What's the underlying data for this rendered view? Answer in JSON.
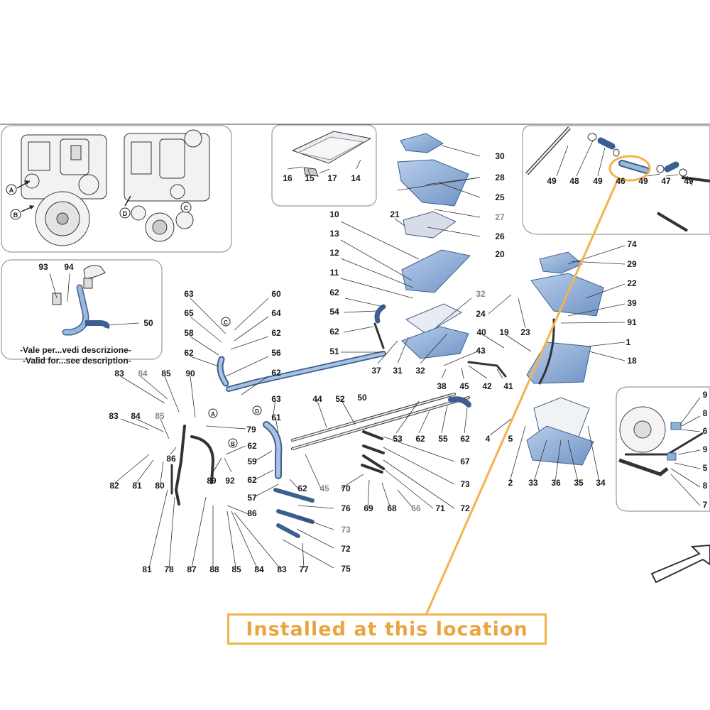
{
  "callout": {
    "text": "Installed at this location",
    "color": "#f2b34c"
  },
  "notes": {
    "line1": "-Vale per...vedi descrizione-",
    "line2": "-Valid for...see description-"
  },
  "arrow_markers": [
    "A",
    "B",
    "C",
    "D"
  ],
  "colors": {
    "part_fill": "#8fb0d9",
    "part_edge": "#3d5f8f",
    "line": "#222222",
    "panel_border": "#9a9a9a",
    "highlight": "#f2b34c"
  },
  "part_numbers": {
    "n1": "16",
    "n2": "15",
    "n3": "17",
    "n4": "14",
    "n5": "30",
    "n6": "28",
    "n7": "25",
    "n8": "27",
    "n9": "26",
    "n10": "20",
    "n11": "21",
    "n12": "10",
    "n13": "13",
    "n14": "12",
    "n15": "11",
    "n16": "62",
    "n17": "54",
    "n18": "62",
    "n19": "51",
    "n20": "37",
    "n21": "31",
    "n22": "32",
    "n23": "32",
    "n24": "50",
    "n25": "43",
    "n26": "38",
    "n27": "45",
    "n28": "42",
    "n29": "41",
    "n30": "40",
    "n31": "19",
    "n32": "24",
    "n33": "23",
    "n34": "49",
    "n35": "48",
    "n36": "49",
    "n37": "46",
    "n38": "49",
    "n39": "47",
    "n40": "49",
    "n41": "74",
    "n42": "29",
    "n43": "22",
    "n44": "39",
    "n45": "91",
    "n46": "1",
    "n47": "18",
    "n48": "93",
    "n49": "94",
    "n50": "50",
    "n51": "63",
    "n52": "65",
    "n53": "58",
    "n54": "62",
    "n55": "60",
    "n56": "64",
    "n57": "62",
    "n58": "56",
    "n59": "62",
    "n60": "83",
    "n61": "84",
    "n62": "85",
    "n63": "90",
    "n64": "83",
    "n65": "84",
    "n66": "85",
    "n67": "86",
    "n68": "82",
    "n69": "81",
    "n70": "80",
    "n71": "79",
    "n72": "62",
    "n73": "89",
    "n74": "92",
    "n75": "63",
    "n76": "61",
    "n77": "44",
    "n78": "52",
    "n79": "59",
    "n80": "62",
    "n81": "57",
    "n82": "62",
    "n83": "45",
    "n84": "53",
    "n85": "62",
    "n86": "55",
    "n87": "62",
    "n88": "4",
    "n89": "5",
    "n90": "67",
    "n91": "73",
    "n92": "70",
    "n93": "69",
    "n94": "68",
    "n95": "66",
    "n96": "71",
    "n97": "72",
    "n98": "76",
    "n99": "73",
    "n100": "72",
    "n101": "75",
    "n102": "86",
    "n103": "81",
    "n104": "78",
    "n105": "87",
    "n106": "88",
    "n107": "85",
    "n108": "84",
    "n109": "83",
    "n110": "77",
    "n111": "2",
    "n112": "33",
    "n113": "36",
    "n114": "35",
    "n115": "34",
    "n116": "9",
    "n117": "8",
    "n118": "6",
    "n119": "9",
    "n120": "5",
    "n121": "8",
    "n122": "7"
  }
}
